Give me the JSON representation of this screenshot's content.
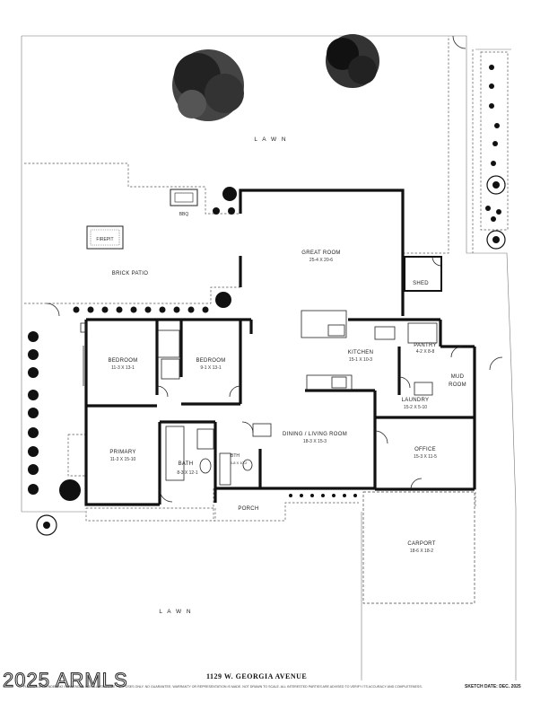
{
  "rooms": {
    "great_room": {
      "name": "GREAT ROOM",
      "dims": "25-4  X  20-6"
    },
    "shed": {
      "name": "SHED"
    },
    "brick_patio": {
      "name": "BRICK PATIO"
    },
    "firepit": {
      "name": "FIREPIT"
    },
    "bbq": {
      "name": "BBQ"
    },
    "bedroom_1": {
      "name": "BEDROOM",
      "dims": "11-3  X  13-1"
    },
    "bedroom_2": {
      "name": "BEDROOM",
      "dims": "9-1  X  13-1"
    },
    "kitchen": {
      "name": "KITCHEN",
      "dims": "15-1  X  10-3"
    },
    "pantry": {
      "name": "PANTRY",
      "dims": "4-2  X  8-8"
    },
    "mud_room": {
      "name": "MUD",
      "name2": "ROOM"
    },
    "laundry": {
      "name": "LAUNDRY",
      "dims": "15-2  X  5-10"
    },
    "dining_living": {
      "name": "DINING / LIVING ROOM",
      "dims": "18-3  X  15-3"
    },
    "primary": {
      "name": "PRIMARY",
      "dims": "11-3  X  15-10"
    },
    "bath": {
      "name": "BATH",
      "dims": "8-3  X  12-1"
    },
    "bth": {
      "name": "BTH",
      "dims": "6-8  X  10-2"
    },
    "office": {
      "name": "OFFICE",
      "dims": "15-3  X  11-5"
    },
    "porch": {
      "name": "PORCH"
    },
    "carport": {
      "name": "CARPORT",
      "dims": "18-6  X  18-2"
    }
  },
  "yard": {
    "lawn_top": "L  A  W  N",
    "lawn_bottom": "L  A  W  N"
  },
  "footer": {
    "address": "1129  W. GEORGIA  AVENUE",
    "disclaimer": "FLOORPLAN RENDERING IS INTENDED FOR ILLUSTRATIVE PURPOSES ONLY.  NO GUARANTEE, WARRANTY OR REPRESENTATION IS MADE.  NOT DRAWN TO SCALE.  ALL INTERESTED PARTIES ARE ADVISED TO VERIFY ITS ACCURACY AND COMPLETENESS.",
    "sketch_date": "SKETCH DATE:  DEC. 2025",
    "watermark": "2025 ARMLS"
  }
}
